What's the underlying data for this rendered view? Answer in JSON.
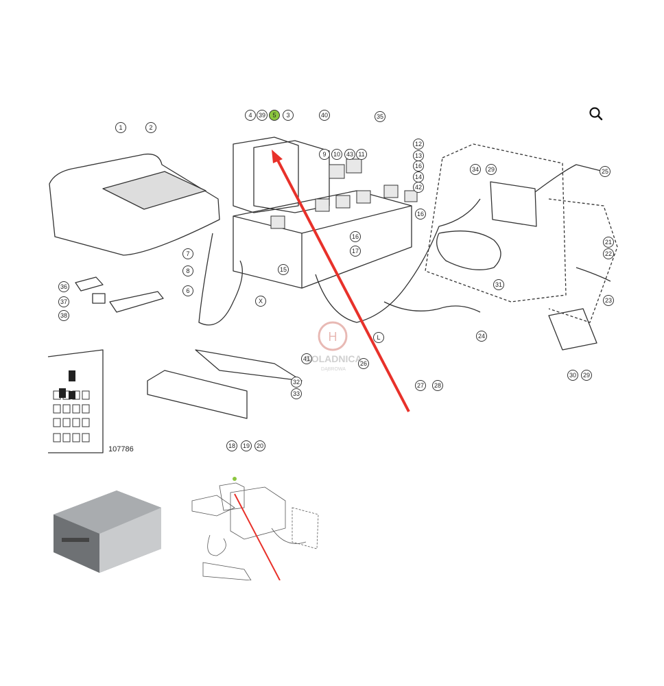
{
  "diagram": {
    "part_number": "107786",
    "highlighted_callout": "5",
    "watermark": {
      "name": "SOLADNICA",
      "subtitle": "DĄBROWA"
    },
    "callouts": [
      "1",
      "2",
      "3",
      "4",
      "5",
      "39",
      "40",
      "35",
      "12",
      "13",
      "9",
      "10",
      "43",
      "11",
      "16",
      "14",
      "42",
      "16",
      "34",
      "29",
      "25",
      "21",
      "22",
      "23",
      "31",
      "17",
      "15",
      "7",
      "8",
      "6",
      "X",
      "41",
      "26",
      "L",
      "24",
      "27",
      "28",
      "30",
      "29",
      "36",
      "37",
      "38",
      "32",
      "33",
      "18",
      "19",
      "20",
      "16"
    ],
    "colors": {
      "highlight": "#8cc63f",
      "arrow": "#e8312a",
      "line": "#333333"
    }
  },
  "controls": {
    "zoom_icon": "magnifier-icon"
  }
}
